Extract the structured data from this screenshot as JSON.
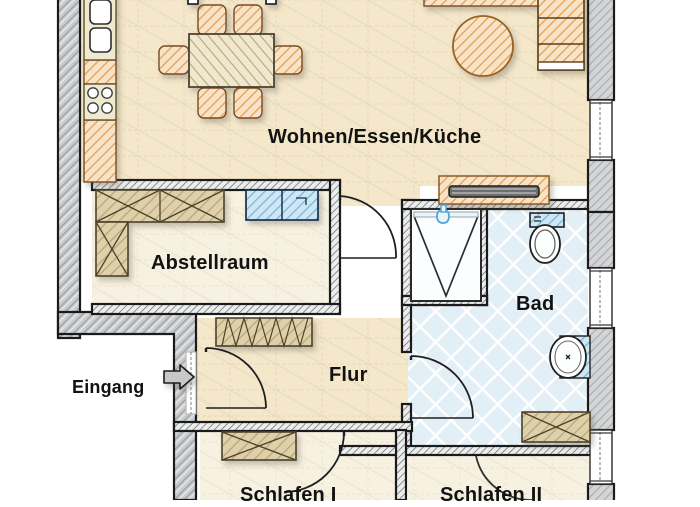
{
  "document": {
    "type": "architectural-floor-plan",
    "title": "Wohnungsgrundriss",
    "language": "de"
  },
  "rooms": [
    {
      "id": "wohnen",
      "label": "Wohnen/Essen/Küche",
      "floor_color": "#f3e6c8"
    },
    {
      "id": "abstell",
      "label": "Abstellraum",
      "floor_color": "#f4e9cf"
    },
    {
      "id": "bad",
      "label": "Bad",
      "floor_color": "#dceaf2"
    },
    {
      "id": "flur",
      "label": "Flur",
      "floor_color": "#f5ead0"
    },
    {
      "id": "schlafen1",
      "label": "Schlafen I",
      "floor_color": "#f6efe0"
    },
    {
      "id": "schlafen2",
      "label": "Schlafen II",
      "floor_color": "#f6efe0"
    }
  ],
  "annotations": {
    "entrance_label": "Eingang",
    "entrance_marker": "arrow-right-icon"
  },
  "fixtures": [
    {
      "name": "kitchen-double-sink",
      "room": "wohnen"
    },
    {
      "name": "kitchen-stove",
      "room": "wohnen"
    },
    {
      "name": "kitchen-counter",
      "room": "wohnen"
    },
    {
      "name": "dining-table",
      "room": "wohnen"
    },
    {
      "name": "dining-chair",
      "room": "wohnen",
      "count": 6
    },
    {
      "name": "round-side-table",
      "room": "wohnen"
    },
    {
      "name": "sofa",
      "room": "wohnen"
    },
    {
      "name": "shelf-unit",
      "room": "wohnen"
    },
    {
      "name": "sideboard",
      "room": "wohnen"
    },
    {
      "name": "wardrobe",
      "room": "abstell"
    },
    {
      "name": "blue-cabinet",
      "room": "abstell"
    },
    {
      "name": "bathtub",
      "room": "bad"
    },
    {
      "name": "toilet",
      "room": "bad"
    },
    {
      "name": "washbasin",
      "room": "bad"
    },
    {
      "name": "hallway-sideboard",
      "room": "flur"
    },
    {
      "name": "bed-nightstand",
      "room": "schlafen1"
    },
    {
      "name": "bed-nightstand",
      "room": "schlafen2"
    }
  ],
  "palette": {
    "wall_outer": "#b9bbbd",
    "wall_inner": "#d8d9da",
    "wall_stroke": "#1d1d1d",
    "furniture_wood": "#d8c49a",
    "furniture_orange": "#efbf8c",
    "furniture_blue": "#a9d2e8",
    "text": "#121212",
    "floor_warm": "#f3e6c8",
    "floor_bath": "#dceaf2"
  }
}
